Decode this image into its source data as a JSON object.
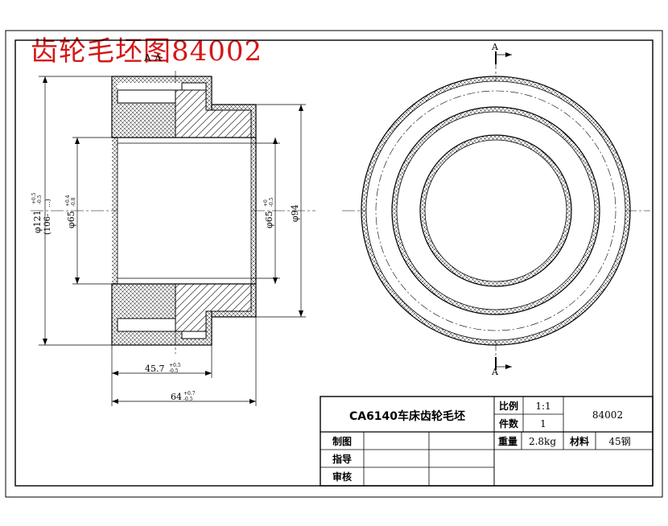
{
  "heading": "齿轮毛坯图84002",
  "section_labels": {
    "left_a1": "A",
    "left_a2": "A",
    "top_a": "A",
    "bottom_a": "A"
  },
  "dimensions": {
    "outer_dia": "φ121",
    "outer_tol_upper": "+0.5",
    "outer_tol_lower": "-0.5",
    "outer_dia_sub": "(106-",
    "outer_dia_sub_tail": "...)",
    "bore_left": "φ65",
    "bore_left_tol_upper": "+0.4",
    "bore_left_tol_lower": "-0.8",
    "bore_right": "φ65",
    "bore_right_tol_upper": "+0",
    "bore_right_tol_lower": "-0.5",
    "hub_dia": "φ94",
    "len_mid": "45.7",
    "len_mid_tol_upper": "+0.5",
    "len_mid_tol_lower": "-0.5",
    "len_total": "64",
    "len_total_tol_upper": "+0.7",
    "len_total_tol_lower": "-0.5"
  },
  "title_block": {
    "part_name": "CA6140车床齿轮毛坯",
    "scale_label": "比例",
    "scale_value": "1:1",
    "qty_label": "件数",
    "qty_value": "1",
    "drawing_no": "84002",
    "weight_label": "重量",
    "weight_value": "2.8kg",
    "material_label": "材料",
    "material_value": "45钢",
    "drawn_label": "制图",
    "guide_label": "指导",
    "review_label": "审核"
  }
}
